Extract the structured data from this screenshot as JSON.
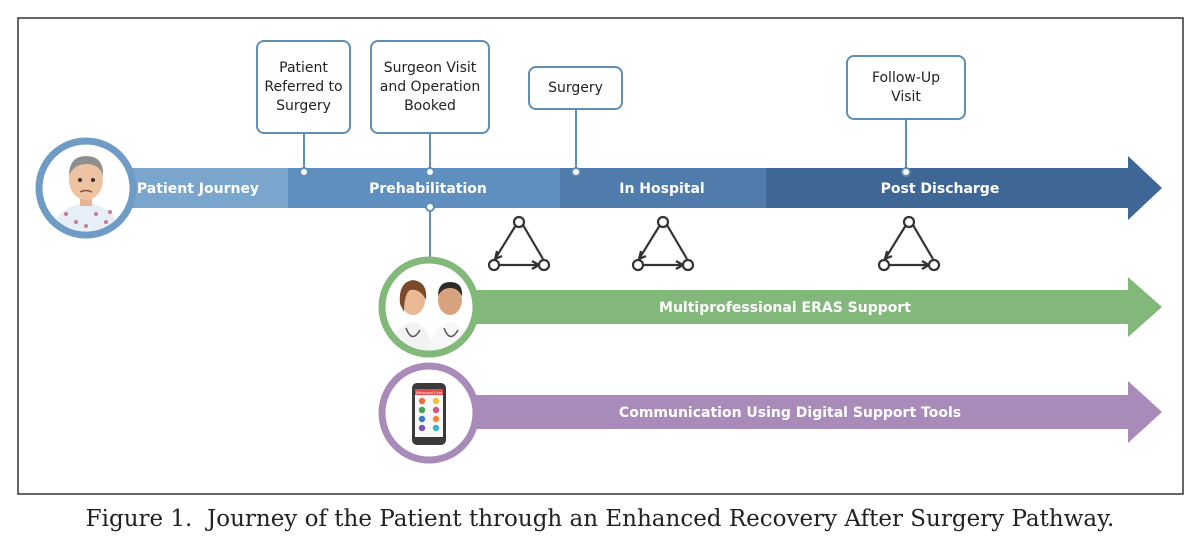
{
  "caption": {
    "label": "Figure 1.",
    "text": "Journey of the Patient through an Enhanced Recovery After Surgery Pathway."
  },
  "journey": {
    "segments": [
      {
        "label": "Patient Journey",
        "color": "#7aa6cd"
      },
      {
        "label": "Prehabilitation",
        "color": "#5f8fbf"
      },
      {
        "label": "In Hospital",
        "color": "#4f7cab"
      },
      {
        "label": "Post Discharge",
        "color": "#3e6795"
      }
    ]
  },
  "milestones": [
    {
      "label": "Patient\nReferred to\nSurgery"
    },
    {
      "label": "Surgeon Visit\nand Operation\nBooked"
    },
    {
      "label": "Surgery"
    },
    {
      "label": "Follow-Up\nVisit"
    }
  ],
  "support": {
    "eras": {
      "label": "Multiprofessional ERAS Support",
      "color": "#82b97b"
    },
    "digital": {
      "label": "Communication Using Digital Support Tools",
      "color": "#a98bba"
    }
  },
  "phone": {
    "screen_title": "Enhanced Care"
  },
  "colors": {
    "frame": "#333333",
    "connector": "#5f8fb5",
    "cycle_icon": "#333333"
  }
}
